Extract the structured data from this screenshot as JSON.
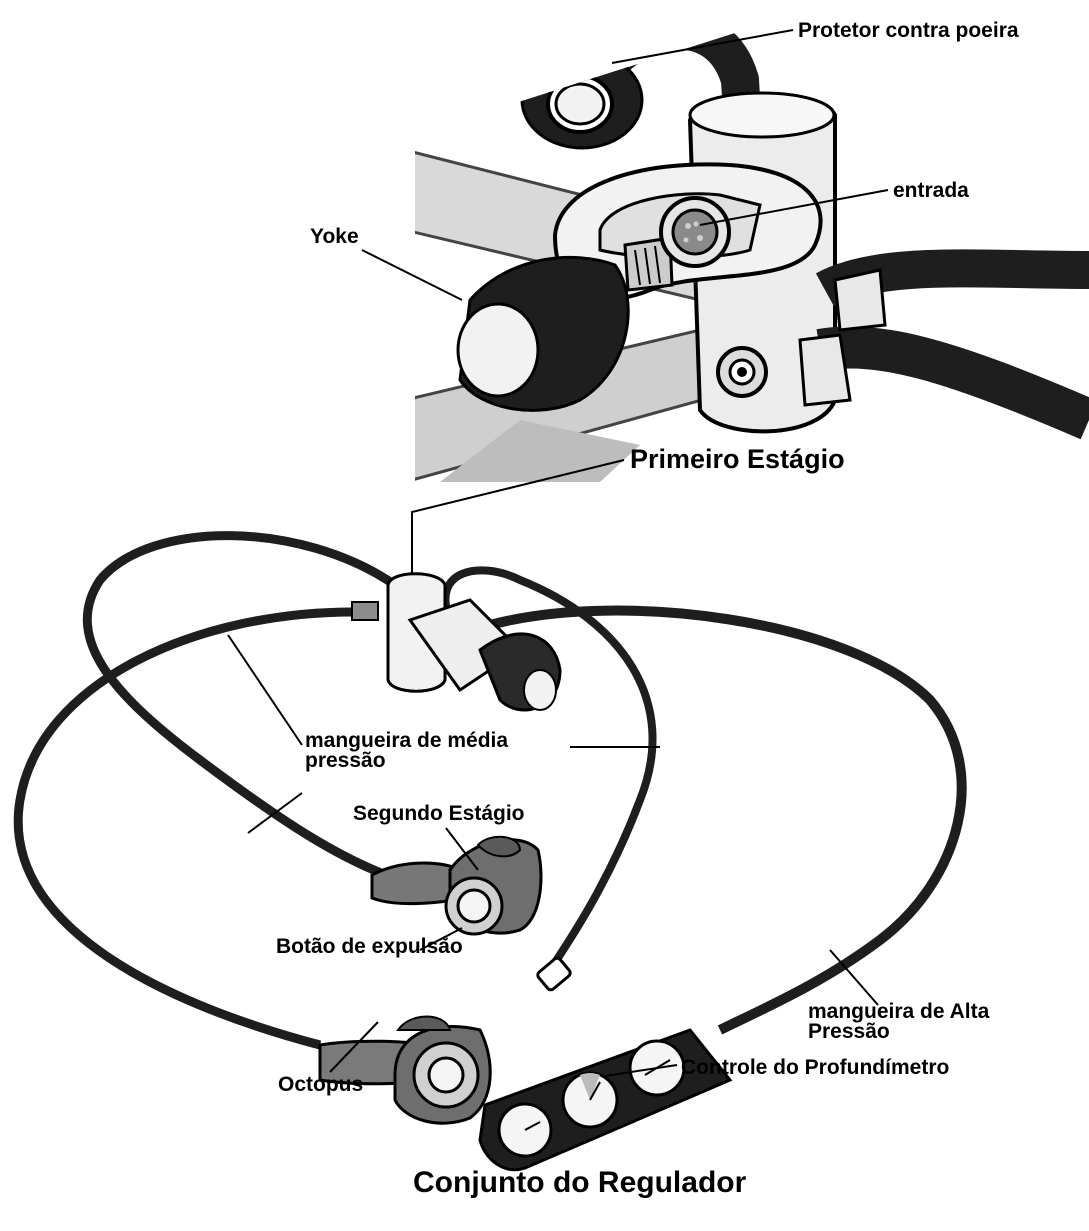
{
  "labels": {
    "protetor": "Protetor contra poeira",
    "entrada": "entrada",
    "yoke": "Yoke",
    "primeiro_estagio": "Primeiro Estágio",
    "mangueira_media": "mangueira de média\npressão",
    "segundo_estagio": "Segundo Estágio",
    "botao_expulsao": "Botão de expulsão",
    "mangueira_alta": "mangueira de Alta\nPressão",
    "controle_profundimetro": "Controle do Profundímetro",
    "octopus": "Octopus",
    "title": "Conjunto do Regulador"
  },
  "colors": {
    "ink": "#000000",
    "hose": "#2a2a2a",
    "metal": "#e8e8e8",
    "rubber": "#1e1e1e",
    "shadow": "#bdbdbd"
  }
}
